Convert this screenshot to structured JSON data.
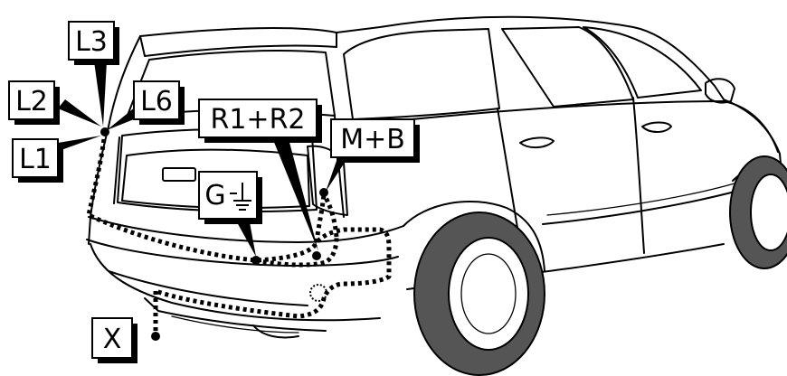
{
  "labels": {
    "l1": "L1",
    "l2": "L2",
    "l3": "L3",
    "l6": "L6",
    "r1r2": "R1+R2",
    "mb": "M+B",
    "g": "G",
    "x": "X"
  },
  "icons": {
    "ground": "ground-symbol-icon"
  }
}
